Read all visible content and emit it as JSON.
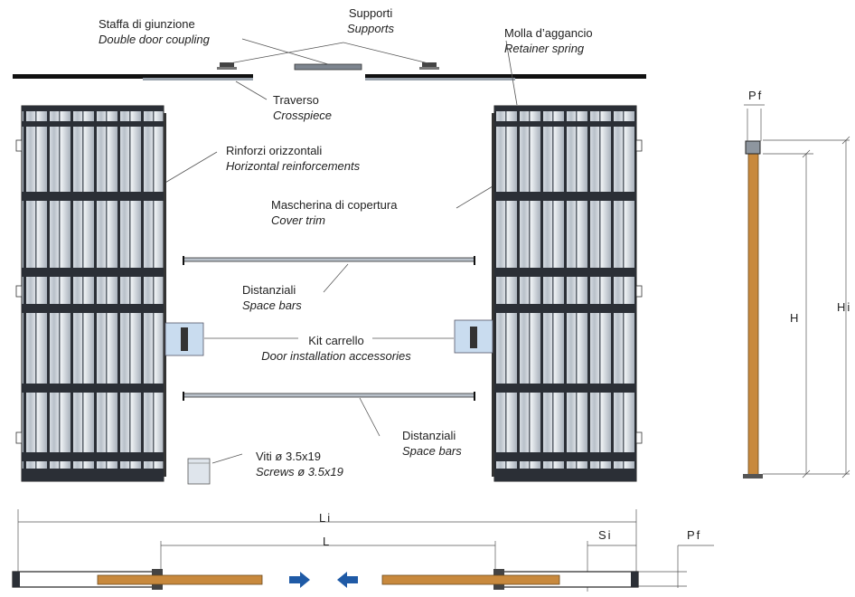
{
  "labels": {
    "staffa": {
      "it": "Staffa di giunzione",
      "en": "Double door coupling"
    },
    "supporti": {
      "it": "Supporti",
      "en": "Supports"
    },
    "molla": {
      "it": "Molla d’aggancio",
      "en": "Retainer spring"
    },
    "traverso": {
      "it": "Traverso",
      "en": "Crosspiece"
    },
    "rinforzi": {
      "it": "Rinforzi orizzontali",
      "en": "Horizontal reinforcements"
    },
    "mascherina": {
      "it": "Mascherina di copertura",
      "en": "Cover trim"
    },
    "distanziali_1": {
      "it": "Distanziali",
      "en": "Space bars"
    },
    "kit": {
      "it": "Kit carrello",
      "en": "Door installation accessories"
    },
    "distanziali_2": {
      "it": "Distanziali",
      "en": "Space bars"
    },
    "viti": {
      "it": "Viti ø 3.5x19",
      "en": "Screws ø 3.5x19"
    }
  },
  "dimensions": {
    "pf_side": "Pf",
    "h": "H",
    "hi": "Hi",
    "li": "Li",
    "l": "L",
    "si": "Si",
    "pf_plan": "Pf"
  },
  "colors": {
    "wood": "#c8893d",
    "arrow": "#1f5aa6",
    "frame_dark": "#2b2f36",
    "frame_light": "#c9cfd6",
    "bag": "#c9dcef"
  },
  "icons": {
    "arrow_right": "arrow-right-icon",
    "arrow_left": "arrow-left-icon"
  }
}
